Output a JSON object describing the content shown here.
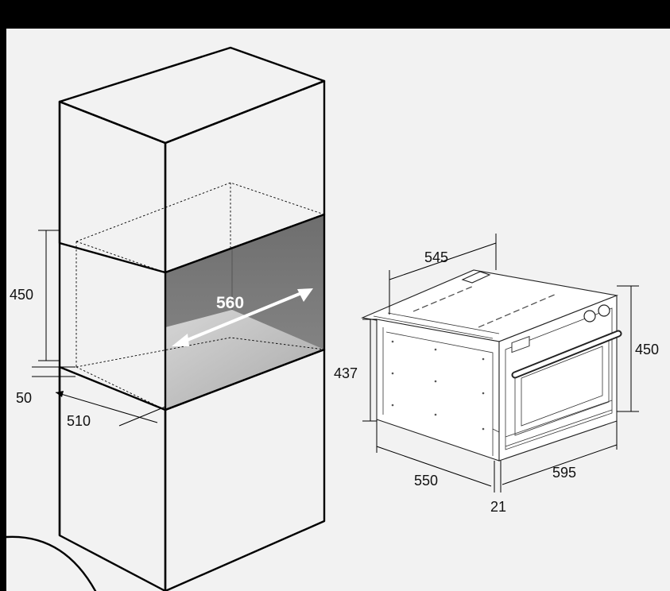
{
  "diagram": {
    "dimensions": {
      "niche_height": "450",
      "niche_width": "560",
      "niche_gap": "50",
      "niche_depth": "510",
      "oven_top_depth": "545",
      "oven_side_height": "437",
      "oven_front_height": "450",
      "oven_depth": "550",
      "oven_width": "595",
      "front_thickness": "21"
    },
    "colors": {
      "background": "#000000",
      "panel": "#f2f2f2",
      "cabinet": "#f4f4f4",
      "niche_back": "#7a7a7a",
      "niche_floor": "#c4c4c4",
      "arrow": "#ffffff"
    }
  }
}
